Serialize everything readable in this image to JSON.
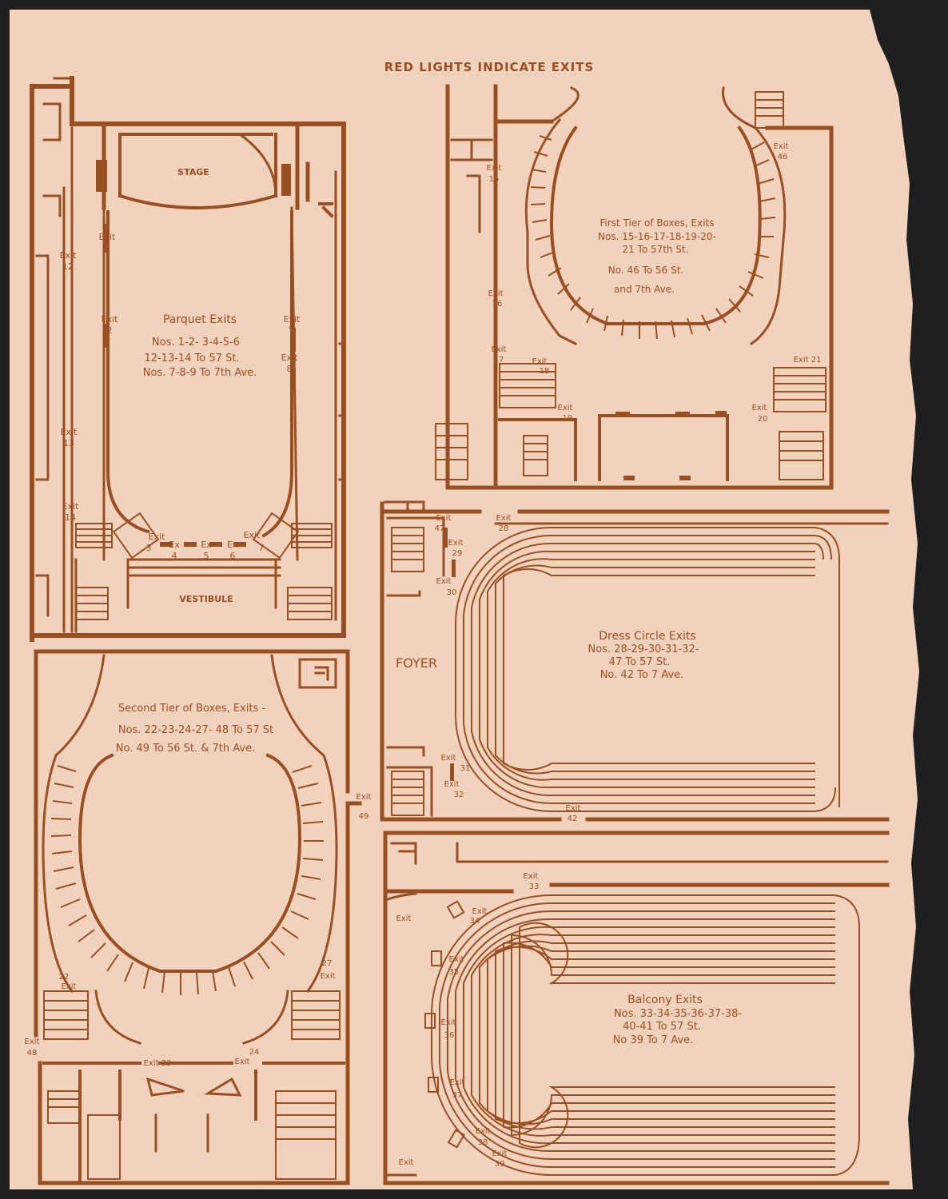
{
  "header": {
    "title": "RED LIGHTS INDICATE EXITS"
  },
  "colors": {
    "paper": "#f1d3bd",
    "ink": "#9a4f22",
    "background": "#1f1f1f"
  },
  "parquet": {
    "stage": "STAGE",
    "vestibule": "VESTIBULE",
    "caption": [
      "Parquet Exits",
      "Nos. 1-2- 3-4-5-6",
      "12-13-14 To 57 St.",
      "Nos. 7-8-9 To 7th Ave."
    ],
    "exits": {
      "e1": [
        "Exit",
        "1"
      ],
      "e2": [
        "Exit",
        "2"
      ],
      "e12": [
        "Exit",
        "12"
      ],
      "e13": [
        "Exit",
        "13"
      ],
      "e14": [
        "Exit",
        "14"
      ],
      "e9": [
        "Exit",
        "9"
      ],
      "e8": [
        "Exit",
        "8"
      ],
      "e3": [
        "Exit",
        "3"
      ],
      "e4": [
        "Ex",
        "4"
      ],
      "e5": [
        "Ex",
        "5"
      ],
      "e6": [
        "Ex",
        "6"
      ],
      "e7": [
        "Exit",
        "7"
      ]
    }
  },
  "first_tier": {
    "caption": [
      "First Tier of Boxes, Exits",
      "Nos. 15-16-17-18-19-20-",
      "21 To 57th St.",
      "No. 46 To 56 St.",
      "and 7th Ave."
    ],
    "exits": {
      "e15": [
        "Exit",
        "15"
      ],
      "e16": [
        "Exit",
        "16"
      ],
      "e17": [
        "Exit",
        "17"
      ],
      "e18": [
        "Exit",
        "18"
      ],
      "e19": [
        "Exit",
        "19"
      ],
      "e20": [
        "Exit",
        "20"
      ],
      "e21": [
        "Exit 21",
        ""
      ],
      "e46": [
        "Exit",
        "46"
      ]
    }
  },
  "second_tier": {
    "caption": [
      "Second Tier of Boxes, Exits -",
      "Nos. 22-23-24-27- 48 To 57 St",
      "No. 49 To 56 St. & 7th Ave."
    ],
    "exits": {
      "e22": [
        "22",
        "Exit"
      ],
      "e27": [
        "27",
        "Exit"
      ],
      "e48": [
        "Exit",
        "48"
      ],
      "e23": [
        "Exit 23",
        ""
      ],
      "e24": [
        "Exit",
        "24"
      ],
      "e49": [
        "Exit",
        "49"
      ]
    }
  },
  "dress_circle": {
    "foyer": "FOYER",
    "caption": [
      "Dress Circle Exits",
      "Nos. 28-29-30-31-32-",
      "47 To 57 St.",
      "No. 42 To 7 Ave."
    ],
    "exits": {
      "e47": [
        "Exit",
        "47"
      ],
      "e28": [
        "Exit",
        "28"
      ],
      "e29": [
        "Exit",
        "29"
      ],
      "e30": [
        "Exit",
        "30"
      ],
      "e31": [
        "Exit",
        "31"
      ],
      "e32": [
        "Exit",
        "32"
      ],
      "e42": [
        "Exit",
        "42"
      ]
    }
  },
  "balcony": {
    "caption": [
      "Balcony Exits",
      "Nos. 33-34-35-36-37-38-",
      "40-41 To 57 St.",
      "No 39 To 7 Ave."
    ],
    "exits": {
      "e33": [
        "Exit",
        "33"
      ],
      "e34": [
        "Exit",
        "34"
      ],
      "e35": [
        "Exit",
        "35"
      ],
      "e36": [
        "Exit",
        "36"
      ],
      "e37": [
        "Exit",
        "37"
      ],
      "e38": [
        "Exit",
        "38"
      ],
      "e39": [
        "Exit",
        "39"
      ],
      "e40": [
        "Exit",
        ""
      ],
      "e41": [
        "Exit",
        ""
      ]
    }
  }
}
